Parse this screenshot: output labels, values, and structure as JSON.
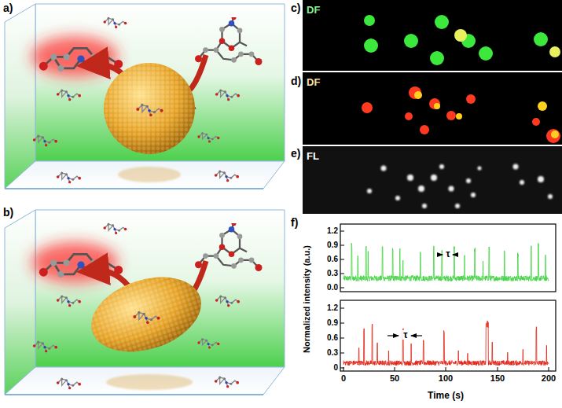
{
  "diagram": {
    "labels": [
      "a)",
      "b)",
      "c)",
      "d)",
      "e)",
      "f)",
      "DF",
      "DF",
      "FL",
      "Normalized intensity (a.u.)",
      "0.0",
      "0.3",
      "0.6",
      "0.9",
      "1.2",
      "0",
      "0.3",
      "0.6",
      "0.9",
      "1.2",
      "0",
      "50",
      "100",
      "150",
      "200",
      "Time (s)",
      "τ",
      "τ"
    ]
  }
}
